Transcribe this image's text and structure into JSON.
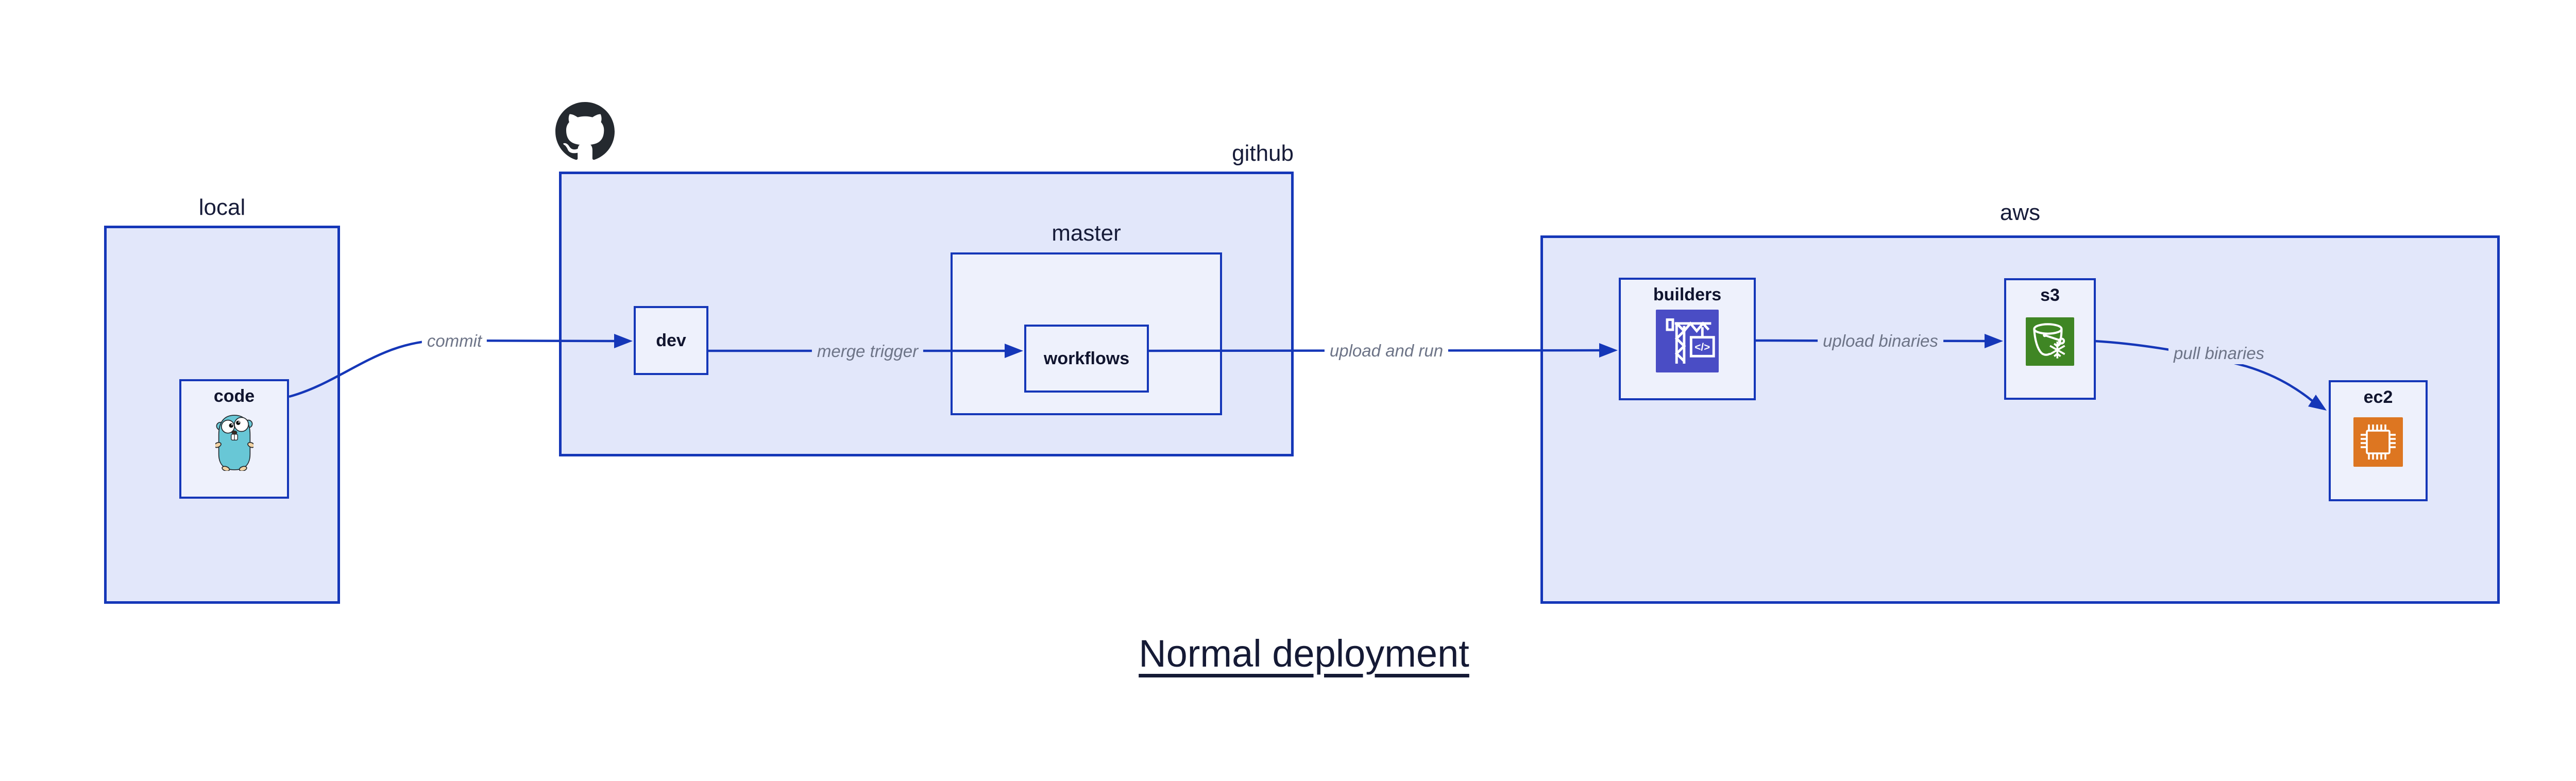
{
  "title": "Normal deployment",
  "theme": {
    "canvas_bg": "#ffffff",
    "container_fill": "#e2e7fa",
    "leaf_fill": "#eef1fc",
    "stroke_blue": "#1537b8",
    "text_navy": "#10142e",
    "container_label_color": "#171c39",
    "edge_label_color": "#6d7487",
    "title_color": "#151a35",
    "octocat_black": "#24292f",
    "codebuild_purple": "#4a4dc5",
    "s3_green": "#3f8624",
    "ec2_orange": "#dd7621",
    "gopher_teal": "#68c7d6",
    "gopher_beige": "#f2d3a4"
  },
  "containers": {
    "local": {
      "label": "local"
    },
    "github": {
      "label": "github"
    },
    "master": {
      "label": "master"
    },
    "aws": {
      "label": "aws"
    }
  },
  "nodes": {
    "code": {
      "label": "code"
    },
    "dev": {
      "label": "dev"
    },
    "workflows": {
      "label": "workflows"
    },
    "builders": {
      "label": "builders",
      "icon_text": "</>"
    },
    "s3": {
      "label": "s3"
    },
    "ec2": {
      "label": "ec2"
    }
  },
  "edges": {
    "commit": {
      "label": "commit"
    },
    "merge_trigger": {
      "label": "merge trigger"
    },
    "upload_and_run": {
      "label": "upload and run"
    },
    "upload_binaries": {
      "label": "upload binaries"
    },
    "pull_binaries": {
      "label": "pull binaries"
    }
  }
}
